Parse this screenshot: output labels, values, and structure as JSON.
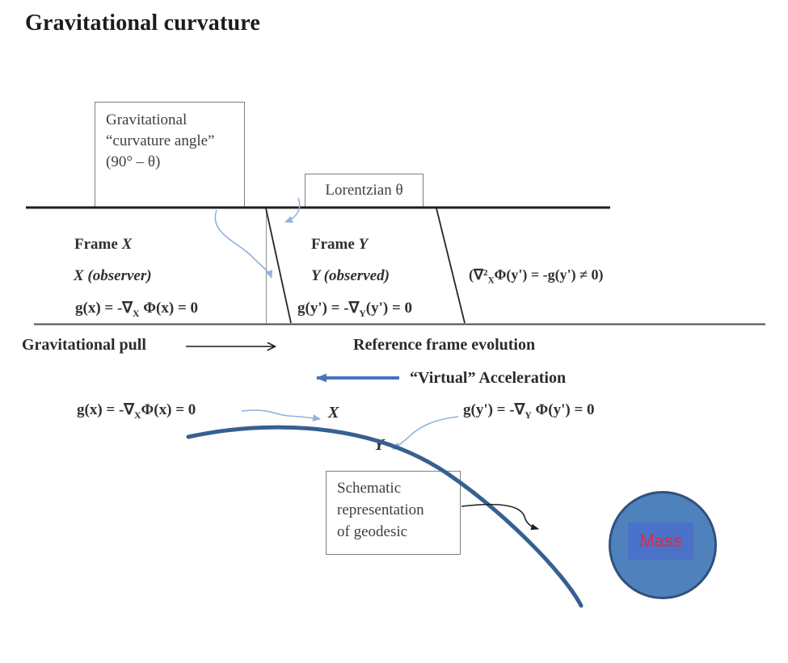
{
  "title": "Gravitational curvature",
  "boxes": {
    "curvature_angle": {
      "lines": [
        "Gravitational",
        "“curvature angle”",
        "(90° – θ)"
      ]
    },
    "lorentzian": {
      "label": "Lorentzian θ"
    },
    "schematic": {
      "lines": [
        "Schematic",
        "representation",
        "of geodesic"
      ]
    }
  },
  "frames": {
    "x": {
      "title_pre": "Frame ",
      "title_var": "X",
      "subtitle": "X (observer)",
      "formula": {
        "pre": "g(x) = -∇",
        "sub": "X",
        "post": " Φ(x) = 0"
      }
    },
    "y": {
      "title_pre": "Frame ",
      "title_var": "Y",
      "subtitle": "Y (observed)",
      "formula": {
        "pre": "g(y') = -∇",
        "sub": "Y",
        "post": "(y') = 0"
      }
    },
    "note": {
      "pre": "(∇²",
      "sub": "X",
      "post": "Φ(y') = -g(y') ≠ 0)"
    }
  },
  "annotations": {
    "gravitational_pull": "Gravitational pull",
    "reference_frame_evolution": "Reference frame evolution",
    "virtual_acceleration": "“Virtual” Acceleration",
    "geodesic_x_formula": {
      "pre": "g(x) = -∇",
      "sub": "X",
      "post": "Φ(x) = 0"
    },
    "geodesic_y_formula": {
      "pre": "g(y') = -∇",
      "sub": "Y",
      "post": " Φ(y') = 0"
    },
    "x_point": "X",
    "y_point": "Y",
    "mass": "Mass"
  },
  "colors": {
    "light_blue_arrow": "#94b2d9",
    "virtual_acceleration_arrow": "#4576be",
    "geodesic_curve": "#376092",
    "mass_circle_fill": "#4f81bd",
    "mass_circle_border": "#30517c",
    "mass_rect_fill": "#4a72c8",
    "mass_text": "#e5293a"
  }
}
